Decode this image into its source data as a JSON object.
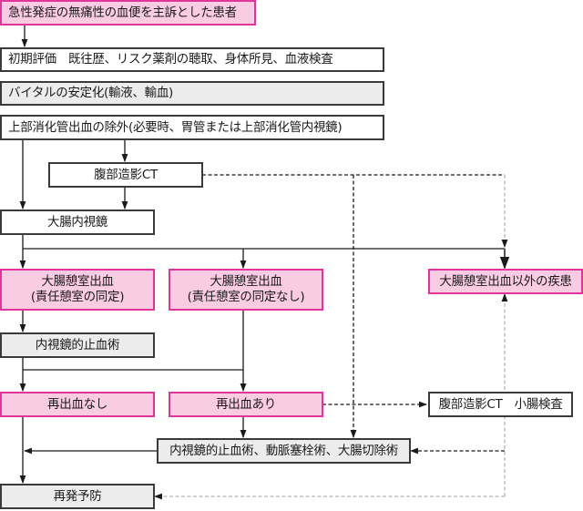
{
  "colors": {
    "pink_fill": "#f9cce4",
    "pink_border": "#e0359a",
    "gray_fill": "#ececec",
    "box_border": "#3a3a3a",
    "line": "#1a1a1a",
    "dashed_dark": "#1a1a1a",
    "dashed_light": "#b5b5b5"
  },
  "nodes": {
    "patient": {
      "label": "急性発症の無痛性の血便を主訴とした患者",
      "style": "pink"
    },
    "initial_eval": {
      "label": "初期評価　既往歴、リスク薬剤の聴取、身体所見、血液検査",
      "style": "white"
    },
    "vital": {
      "label": "バイタルの安定化(輸液、輸血)",
      "style": "gray"
    },
    "upper_gi": {
      "label": "上部消化管出血の除外(必要時、胃管または上部消化管内視鏡)",
      "style": "white"
    },
    "ct": {
      "label": "腹部造影CT",
      "style": "white"
    },
    "colonoscopy": {
      "label": "大腸内視鏡",
      "style": "white"
    },
    "diverticular_identified": {
      "line1": "大腸憩室出血",
      "line2": "(責任憩室の同定)",
      "style": "pink"
    },
    "diverticular_not_identified": {
      "line1": "大腸憩室出血",
      "line2": "(責任憩室の同定なし)",
      "style": "pink"
    },
    "other_disease": {
      "label": "大腸憩室出血以外の疾患",
      "style": "pink"
    },
    "endoscopic_hemostasis": {
      "label": "内視鏡的止血術",
      "style": "gray"
    },
    "no_rebleeding": {
      "label": "再出血なし",
      "style": "pink"
    },
    "rebleeding": {
      "label": "再出血あり",
      "style": "pink"
    },
    "ct_small_bowel": {
      "label": "腹部造影CT　小腸検査",
      "style": "white"
    },
    "intervention": {
      "label": "内視鏡的止血術、動脈塞栓術、大腸切除術",
      "style": "gray"
    },
    "prevention": {
      "label": "再発予防",
      "style": "gray"
    }
  },
  "edges": [
    {
      "from": "patient",
      "to": "initial_eval",
      "style": "solid"
    },
    {
      "from": "upper_gi",
      "to": "ct",
      "style": "solid"
    },
    {
      "from": "upper_gi",
      "to": "colonoscopy",
      "style": "solid"
    },
    {
      "from": "ct",
      "to": "colonoscopy",
      "style": "solid"
    },
    {
      "from": "ct",
      "to": "other_disease",
      "style": "dashed-light"
    },
    {
      "from": "ct",
      "to": "intervention",
      "style": "dashed"
    },
    {
      "from": "colonoscopy",
      "to": "diverticular_identified",
      "style": "solid"
    },
    {
      "from": "colonoscopy",
      "to": "diverticular_not_identified",
      "style": "solid"
    },
    {
      "from": "colonoscopy",
      "to": "other_disease",
      "style": "solid"
    },
    {
      "from": "diverticular_identified",
      "to": "endoscopic_hemostasis",
      "style": "solid"
    },
    {
      "from": "endoscopic_hemostasis",
      "to": "no_rebleeding",
      "style": "solid"
    },
    {
      "from": "endoscopic_hemostasis",
      "to": "rebleeding",
      "style": "solid"
    },
    {
      "from": "diverticular_not_identified",
      "to": "rebleeding",
      "style": "solid"
    },
    {
      "from": "rebleeding",
      "to": "ct_small_bowel",
      "style": "dashed"
    },
    {
      "from": "rebleeding",
      "to": "intervention",
      "style": "solid"
    },
    {
      "from": "intervention",
      "to": "no_rebleeding_path",
      "style": "solid"
    },
    {
      "from": "no_rebleeding",
      "to": "prevention",
      "style": "solid"
    },
    {
      "from": "ct_small_bowel_path",
      "to": "intervention",
      "style": "dashed"
    },
    {
      "from": "ct_small_bowel_path",
      "to": "other_disease",
      "style": "dashed-light"
    },
    {
      "from": "ct_small_bowel_path",
      "to": "prevention",
      "style": "dashed-light"
    }
  ]
}
